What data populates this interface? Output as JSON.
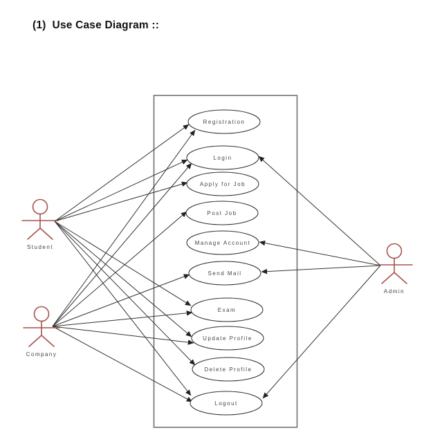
{
  "title": "(1)  Use Case Diagram ::",
  "colors": {
    "actor": "#a8514c",
    "edge": "#333333",
    "arrowhead": "#222222",
    "node_outline": "#2b2b2b",
    "node_fill": "#ffffff",
    "boundary": "#6f6f6f",
    "background": "#ffffff"
  },
  "diagram": {
    "type": "uml-use-case",
    "use_cases": [
      {
        "id": "registration",
        "label": "Registration"
      },
      {
        "id": "login",
        "label": "Login"
      },
      {
        "id": "apply-for-job",
        "label": "Apply for Job"
      },
      {
        "id": "post-job",
        "label": "Post Job"
      },
      {
        "id": "manage-account",
        "label": "Manage Account"
      },
      {
        "id": "send-mail",
        "label": "Send Mail"
      },
      {
        "id": "exam",
        "label": "Exam"
      },
      {
        "id": "update-profile",
        "label": "Update Profile"
      },
      {
        "id": "delete-profile",
        "label": "Delete Profile"
      },
      {
        "id": "logout",
        "label": "Logout"
      }
    ],
    "actors": [
      {
        "id": "student",
        "label": "Student"
      },
      {
        "id": "company",
        "label": "Company"
      },
      {
        "id": "admin",
        "label": "Admin"
      }
    ],
    "connections": [
      {
        "from": "student",
        "to": "registration"
      },
      {
        "from": "student",
        "to": "login"
      },
      {
        "from": "student",
        "to": "apply-for-job"
      },
      {
        "from": "student",
        "to": "exam"
      },
      {
        "from": "student",
        "to": "update-profile"
      },
      {
        "from": "student",
        "to": "delete-profile"
      },
      {
        "from": "student",
        "to": "logout"
      },
      {
        "from": "company",
        "to": "registration"
      },
      {
        "from": "company",
        "to": "login"
      },
      {
        "from": "company",
        "to": "post-job"
      },
      {
        "from": "company",
        "to": "send-mail"
      },
      {
        "from": "company",
        "to": "exam"
      },
      {
        "from": "company",
        "to": "update-profile"
      },
      {
        "from": "company",
        "to": "logout"
      },
      {
        "from": "admin",
        "to": "login"
      },
      {
        "from": "admin",
        "to": "manage-account"
      },
      {
        "from": "admin",
        "to": "send-mail"
      },
      {
        "from": "admin",
        "to": "logout"
      }
    ]
  }
}
